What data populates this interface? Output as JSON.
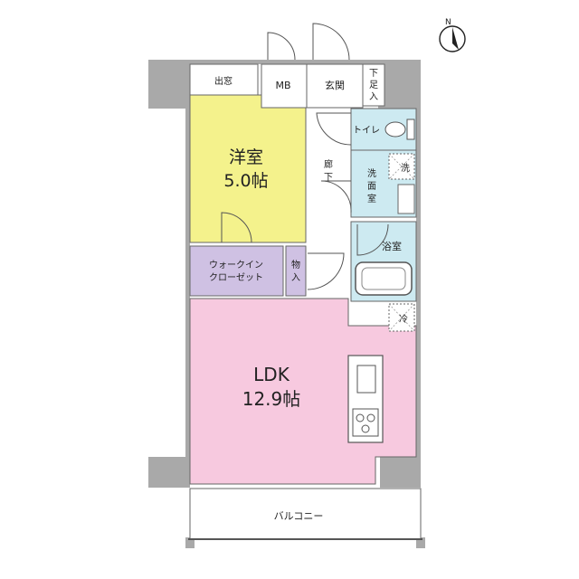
{
  "compass": {
    "letter": "N"
  },
  "rooms": {
    "western_room": {
      "name": "洋室",
      "size": "5.0帖"
    },
    "ldk": {
      "name": "LDK",
      "size": "12.9帖"
    },
    "bay_window": "出窓",
    "mb": "MB",
    "entrance": "玄関",
    "shoe_storage": [
      "下",
      "足",
      "入"
    ],
    "toilet": "トイレ",
    "corridor": [
      "廊",
      "下"
    ],
    "washroom": [
      "洗",
      "面",
      "室"
    ],
    "washer": "洗",
    "bathroom": "浴室",
    "walk_in_closet": [
      "ウォークイン",
      "クローゼット"
    ],
    "storage": [
      "物",
      "入"
    ],
    "fridge": "冷",
    "balcony": "バルコニー"
  },
  "colors": {
    "western_room": "#f4f28c",
    "ldk": "#f7c9df",
    "walk_in_closet": "#cfc1e3",
    "wet_area": "#cdeaf1",
    "wall": "#a9a9a9"
  }
}
